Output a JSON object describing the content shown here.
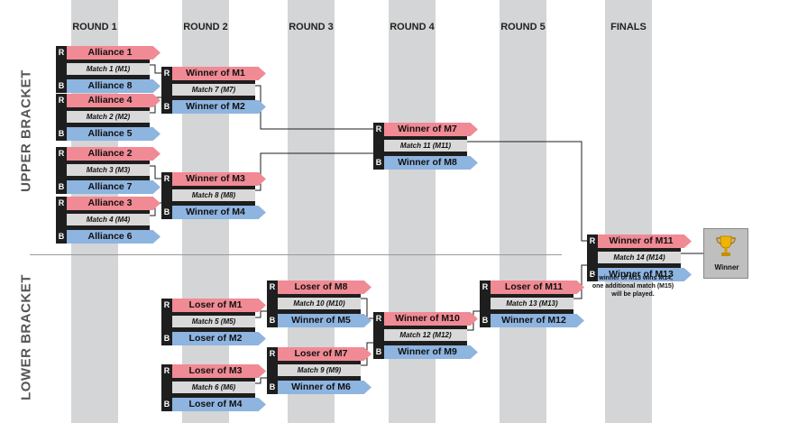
{
  "rounds": [
    "ROUND 1",
    "ROUND 2",
    "ROUND 3",
    "ROUND 4",
    "ROUND 5",
    "FINALS"
  ],
  "sections": {
    "upper": "UPPER BRACKET",
    "lower": "LOWER BRACKET"
  },
  "tags": {
    "red": "R",
    "blue": "B"
  },
  "matches": {
    "m1": {
      "red": "Alliance 1",
      "label": "Match 1 (M1)",
      "blue": "Alliance 8"
    },
    "m2": {
      "red": "Alliance 4",
      "label": "Match 2 (M2)",
      "blue": "Alliance 5"
    },
    "m3": {
      "red": "Alliance 2",
      "label": "Match 3 (M3)",
      "blue": "Alliance 7"
    },
    "m4": {
      "red": "Alliance 3",
      "label": "Match 4 (M4)",
      "blue": "Alliance 6"
    },
    "m7": {
      "red": "Winner of M1",
      "label": "Match 7 (M7)",
      "blue": "Winner of M2"
    },
    "m8": {
      "red": "Winner of M3",
      "label": "Match 8 (M8)",
      "blue": "Winner of M4"
    },
    "m11": {
      "red": "Winner of M7",
      "label": "Match 11 (M11)",
      "blue": "Winner of M8"
    },
    "m14": {
      "red": "Winner of M11",
      "label": "Match 14 (M14)",
      "blue": "Winner of M13"
    },
    "m5": {
      "red": "Loser of M1",
      "label": "Match 5 (M5)",
      "blue": "Loser of M2"
    },
    "m6": {
      "red": "Loser of M3",
      "label": "Match 6 (M6)",
      "blue": "Loser of M4"
    },
    "m10": {
      "red": "Loser of M8",
      "label": "Match 10 (M10)",
      "blue": "Winner of M5"
    },
    "m9": {
      "red": "Loser of M7",
      "label": "Match 9 (M9)",
      "blue": "Winner of M6"
    },
    "m12": {
      "red": "Winner of M10",
      "label": "Match 12 (M12)",
      "blue": "Winner of M9"
    },
    "m13": {
      "red": "Loser of M11",
      "label": "Match 13 (M13)",
      "blue": "Winner of M12"
    }
  },
  "winner": {
    "label": "Winner",
    "icon": "trophy-icon",
    "color": "#f0b400"
  },
  "note": "If winner of M13 wins M14, one additional match (M15) will be played.",
  "colors": {
    "red_team": "#f08a94",
    "blue_team": "#8eb4e0",
    "column": "#d4d5d6"
  }
}
